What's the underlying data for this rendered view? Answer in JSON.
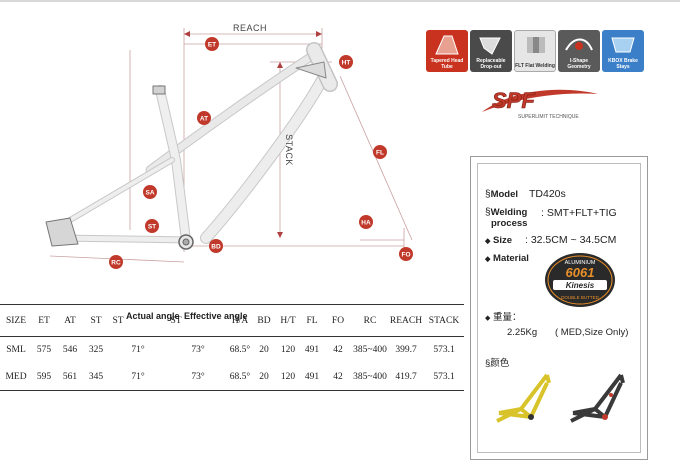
{
  "diagram": {
    "labels": {
      "reach": "REACH",
      "stack": "STACK",
      "et": "ET",
      "ht": "HT",
      "at": "AT",
      "fl": "FL",
      "sa": "SA",
      "st": "ST",
      "ha": "HA",
      "bd": "BD",
      "rc": "RC",
      "fo": "FO"
    }
  },
  "features": [
    {
      "name": "Tapered Head Tube",
      "color": "#c8321e"
    },
    {
      "name": "Replaceable Drop-out",
      "color": "#4a4a4a"
    },
    {
      "name": "FLT Flat Welding",
      "color": "#e6e6e6",
      "short": "FLT"
    },
    {
      "name": "I-Shape Geometry",
      "color": "#5a5a5a"
    },
    {
      "name": "KBOX Brake Stays",
      "color": "#3a7fc8",
      "short": "KBOX"
    }
  ],
  "logo": {
    "text": "SPF",
    "subtext": "SUPERLIMIT TECHNIQUE"
  },
  "specs": {
    "model_label": "Model",
    "model_value": "TD420s",
    "welding_label_1": "Welding",
    "welding_label_2": "process",
    "welding_value": ": SMT+FLT+TIG",
    "size_label": "Size",
    "size_value": ": 32.5CM ~ 34.5CM",
    "material_label": "Material",
    "material_badge_top": "ALUMINIUM",
    "material_badge_main": "6061",
    "material_badge_brand": "Kinesis",
    "material_badge_bottom": "DOUBLE BUTTED",
    "weight_label": "重量：",
    "weight_value": "2.25Kg",
    "weight_note": "( MED,Size Only)",
    "color_label": "颜色",
    "section_mark": "§",
    "bullet": "◆"
  },
  "table": {
    "headers": [
      "SIZE",
      "ET",
      "AT",
      "ST",
      "ST",
      "Actual angle",
      "ST",
      "Effective angle",
      "H/A",
      "BD",
      "H/T",
      "FL",
      "FO",
      "RC",
      "REACH",
      "STACK"
    ],
    "rows": [
      [
        "SML",
        "575",
        "546",
        "325",
        "",
        "71°",
        "",
        "73°",
        "68.5°",
        "20",
        "120",
        "491",
        "42",
        "385~400",
        "399.7",
        "573.1"
      ],
      [
        "MED",
        "595",
        "561",
        "345",
        "",
        "71°",
        "",
        "73°",
        "68.5°",
        "20",
        "120",
        "491",
        "42",
        "385~400",
        "419.7",
        "573.1"
      ]
    ]
  }
}
